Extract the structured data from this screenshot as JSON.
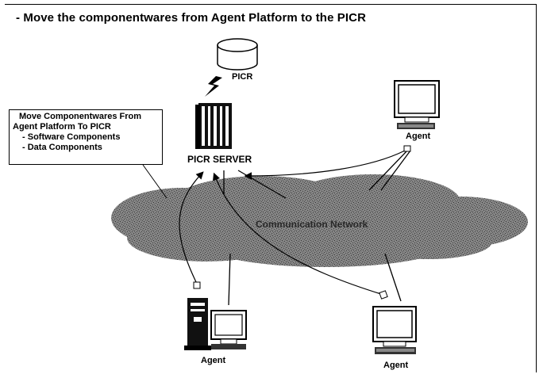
{
  "title": "- Move the componentwares from Agent Platform to the PICR",
  "nodes": {
    "db_label": "PICR",
    "server_label": "PICR SERVER",
    "agent_top_right": "Agent",
    "agent_bottom_left": "Agent",
    "agent_bottom_right": "Agent"
  },
  "callout": {
    "line1": "Move Componentwares From",
    "line2": "Agent Platform To PICR",
    "bullets": [
      "Software Components",
      "Data Components"
    ]
  },
  "network_label": "Communication Network",
  "colors": {
    "cloud": "#7a7a7a",
    "cloud_texture": "#3e3e3e",
    "ink": "#000000"
  }
}
